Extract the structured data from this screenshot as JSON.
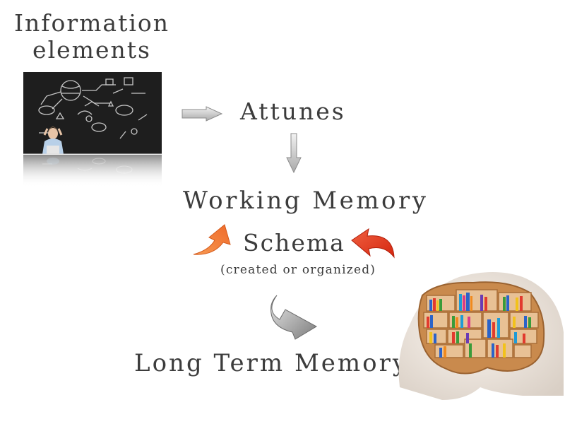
{
  "nodes": {
    "info_line1": "Information",
    "info_line2": "elements",
    "attunes": "Attunes",
    "working_memory": "Working Memory",
    "schema": "Schema",
    "schema_sub": "(created or organized)",
    "long_term_memory": "Long Term Memory"
  },
  "icons": {
    "overload_photo": "stressed-person-with-icons-photo",
    "brain_image": "brain-bookshelf-image"
  },
  "colors": {
    "arrow_gray": "#cfcfcf",
    "arrow_orange": "#f47a3a",
    "arrow_red": "#e8371f",
    "text": "#3c3c3c"
  }
}
